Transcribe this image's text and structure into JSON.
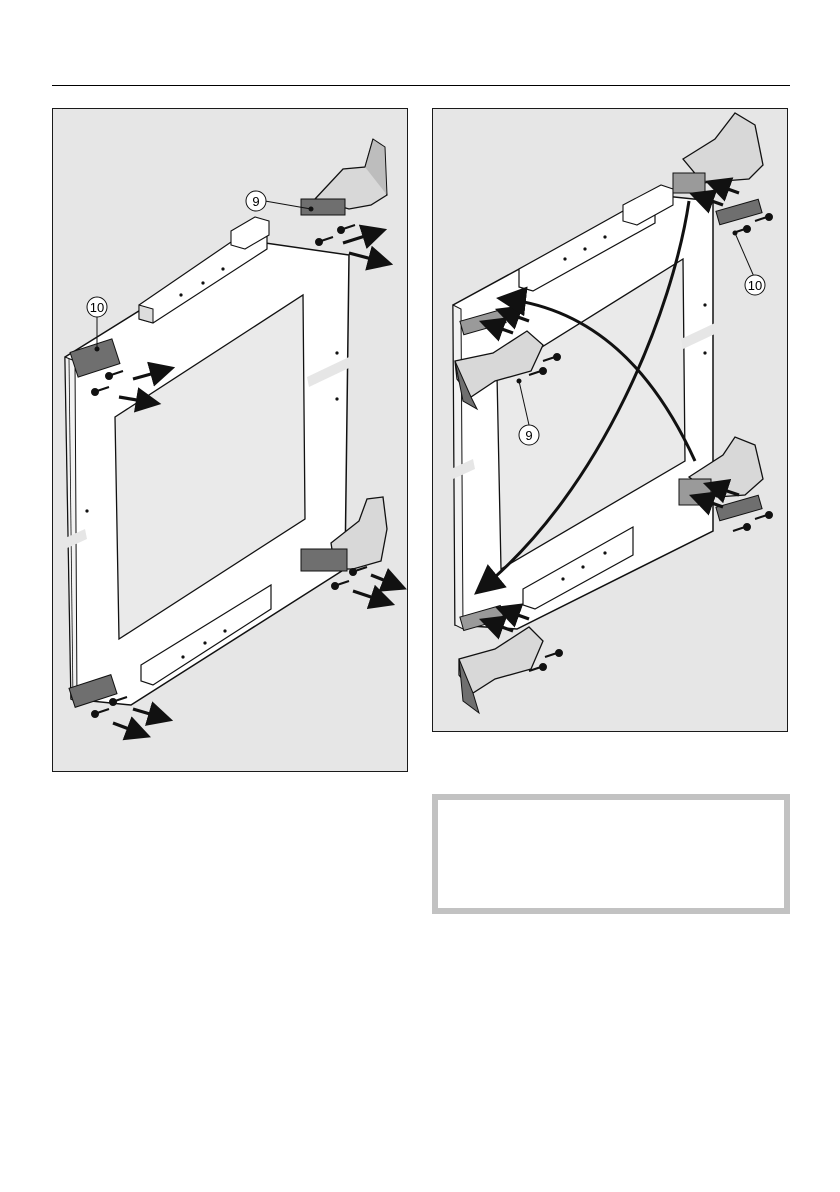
{
  "figures": {
    "left": {
      "callouts": [
        {
          "id": "hinge",
          "label": "9"
        },
        {
          "id": "bracket",
          "label": "10"
        }
      ],
      "icons": [
        "door-panel",
        "hinge",
        "bracket",
        "screw",
        "arrow-out"
      ]
    },
    "right": {
      "callouts": [
        {
          "id": "bracket",
          "label": "10"
        },
        {
          "id": "hinge",
          "label": "9"
        }
      ],
      "icons": [
        "door-panel",
        "hinge",
        "bracket",
        "screw",
        "arrow-in",
        "swap-arrow"
      ]
    }
  },
  "note_box": {
    "text": ""
  },
  "colors": {
    "figure_bg": "#e6e6e6",
    "frame": "#1a1a1a",
    "note_border": "#c2c2c2"
  }
}
